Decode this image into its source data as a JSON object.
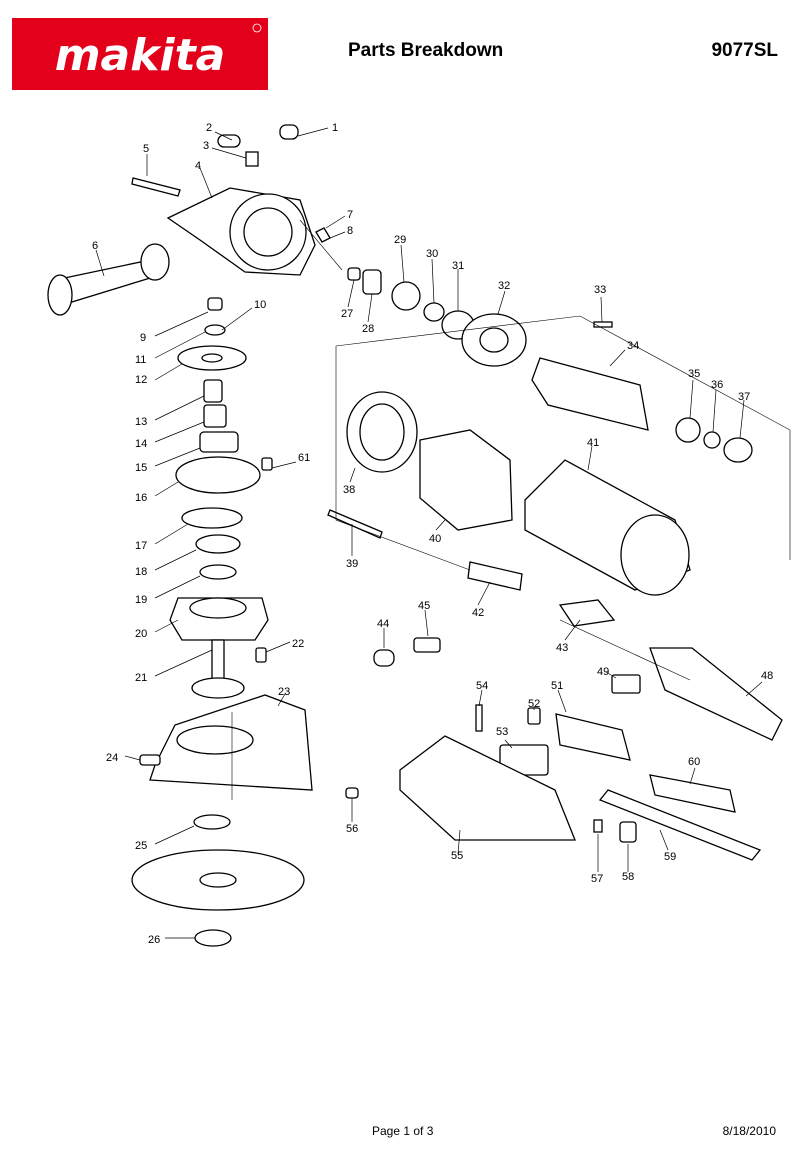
{
  "brand": {
    "name": "makita",
    "color": "#e2001a"
  },
  "header": {
    "title": "Parts Breakdown",
    "model": "9077SL"
  },
  "footer": {
    "page": "Page 1 of 3",
    "date": "8/18/2010"
  },
  "callouts": [
    "1",
    "2",
    "3",
    "4",
    "5",
    "6",
    "7",
    "8",
    "9",
    "10",
    "11",
    "12",
    "13",
    "14",
    "15",
    "16",
    "17",
    "18",
    "19",
    "20",
    "21",
    "22",
    "23",
    "24",
    "25",
    "26",
    "27",
    "28",
    "29",
    "30",
    "31",
    "32",
    "33",
    "34",
    "35",
    "36",
    "37",
    "38",
    "39",
    "40",
    "41",
    "42",
    "43",
    "44",
    "45",
    "48",
    "49",
    "51",
    "52",
    "53",
    "54",
    "55",
    "56",
    "57",
    "58",
    "59",
    "60",
    "61"
  ]
}
